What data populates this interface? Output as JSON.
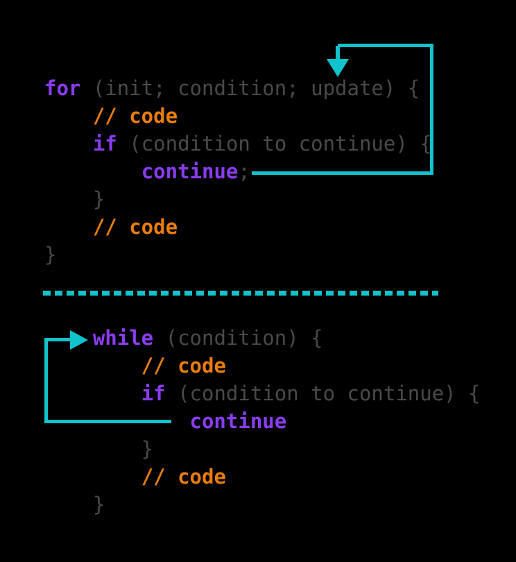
{
  "colors": {
    "background": "#000000",
    "keyword": "#8a3cf0",
    "plain": "#4a4a4a",
    "comment": "#e87d0e",
    "accent": "#10c3cd"
  },
  "for_block": {
    "lines": [
      [
        {
          "t": "for",
          "c": "kw"
        },
        {
          "t": " (init; condition; update) {",
          "c": "plain"
        }
      ],
      [
        {
          "t": "    ",
          "c": "plain"
        },
        {
          "t": "// code",
          "c": "comment"
        }
      ],
      [
        {
          "t": "    ",
          "c": "plain"
        },
        {
          "t": "if",
          "c": "kw"
        },
        {
          "t": " (condition to continue) {",
          "c": "plain"
        }
      ],
      [
        {
          "t": "        ",
          "c": "plain"
        },
        {
          "t": "continue",
          "c": "kw"
        },
        {
          "t": ";",
          "c": "plain"
        }
      ],
      [
        {
          "t": "    }",
          "c": "plain"
        }
      ],
      [
        {
          "t": "    ",
          "c": "plain"
        },
        {
          "t": "// code",
          "c": "comment"
        }
      ],
      [
        {
          "t": "}",
          "c": "plain"
        }
      ]
    ]
  },
  "while_block": {
    "lines": [
      [
        {
          "t": "    ",
          "c": "plain"
        },
        {
          "t": "while",
          "c": "kw"
        },
        {
          "t": " (condition) {",
          "c": "plain"
        }
      ],
      [
        {
          "t": "        ",
          "c": "plain"
        },
        {
          "t": "// code",
          "c": "comment"
        }
      ],
      [
        {
          "t": "        ",
          "c": "plain"
        },
        {
          "t": "if",
          "c": "kw"
        },
        {
          "t": " (condition to continue) {",
          "c": "plain"
        }
      ],
      [
        {
          "t": "            ",
          "c": "plain"
        },
        {
          "t": "continue",
          "c": "kw"
        }
      ],
      [
        {
          "t": "        }",
          "c": "plain"
        }
      ],
      [
        {
          "t": "        ",
          "c": "plain"
        },
        {
          "t": "// code",
          "c": "comment"
        }
      ],
      [
        {
          "t": "    }",
          "c": "plain"
        }
      ]
    ]
  }
}
